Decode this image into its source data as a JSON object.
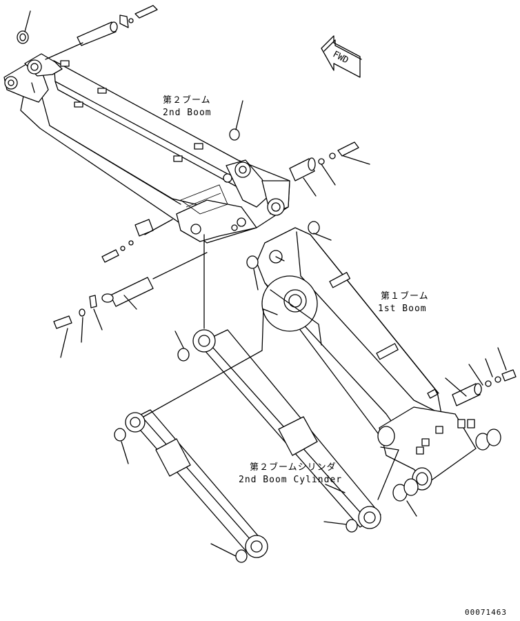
{
  "labels": {
    "second_boom_jp": "第２ブーム",
    "second_boom_en": "2nd Boom",
    "first_boom_jp": "第１ブーム",
    "first_boom_en": "1st Boom",
    "cylinder_jp": "第２ブームシリンダ",
    "cylinder_en": "2nd Boom Cylinder",
    "fwd": "FWD"
  },
  "figure_number": "00071463"
}
